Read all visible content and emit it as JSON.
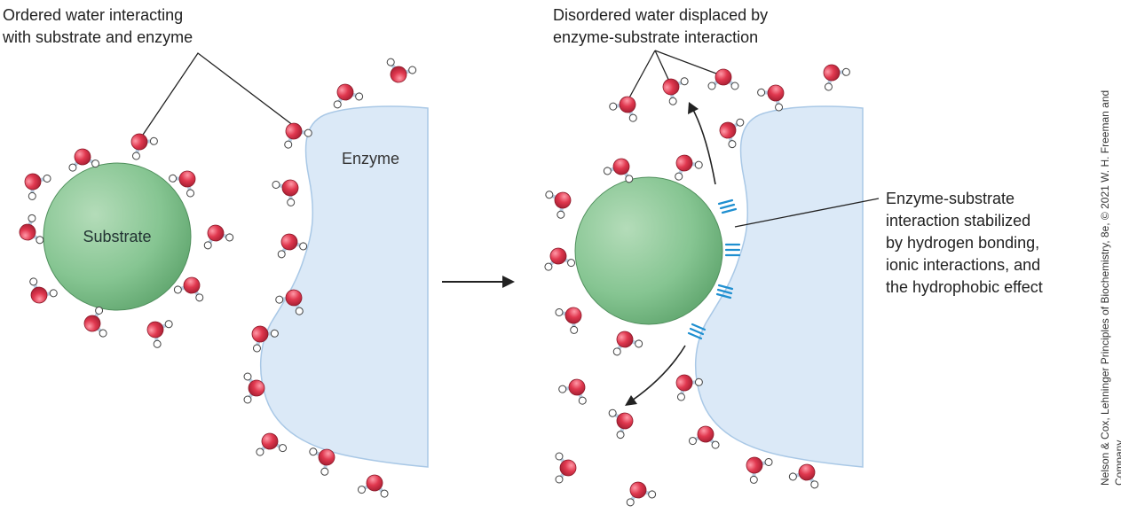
{
  "labels": {
    "ordered_water": [
      "Ordered water interacting",
      "with substrate and enzyme"
    ],
    "disordered_water": [
      "Disordered water displaced by",
      "enzyme-substrate interaction"
    ],
    "enzyme_left": "Enzyme",
    "substrate": "Substrate",
    "stabilized": [
      "Enzyme-substrate",
      "interaction stabilized",
      "by hydrogen bonding,",
      "ionic interactions, and",
      "the hydrophobic effect"
    ]
  },
  "credit": {
    "line1": "Nelson & Cox, Lehninger Principles of Biochemistry, 8e, © 2021 W. H. Freeman and",
    "line2": "Company"
  },
  "colors": {
    "enzyme_fill": "#dbe9f7",
    "enzyme_edge": "#a9c8e6",
    "substrate": "#7fbf8a",
    "oxygen": "#d9324a",
    "hydrogen": "#ffffff",
    "bond": "#b9cde0",
    "bonding_marks": "#1f8fd0"
  }
}
